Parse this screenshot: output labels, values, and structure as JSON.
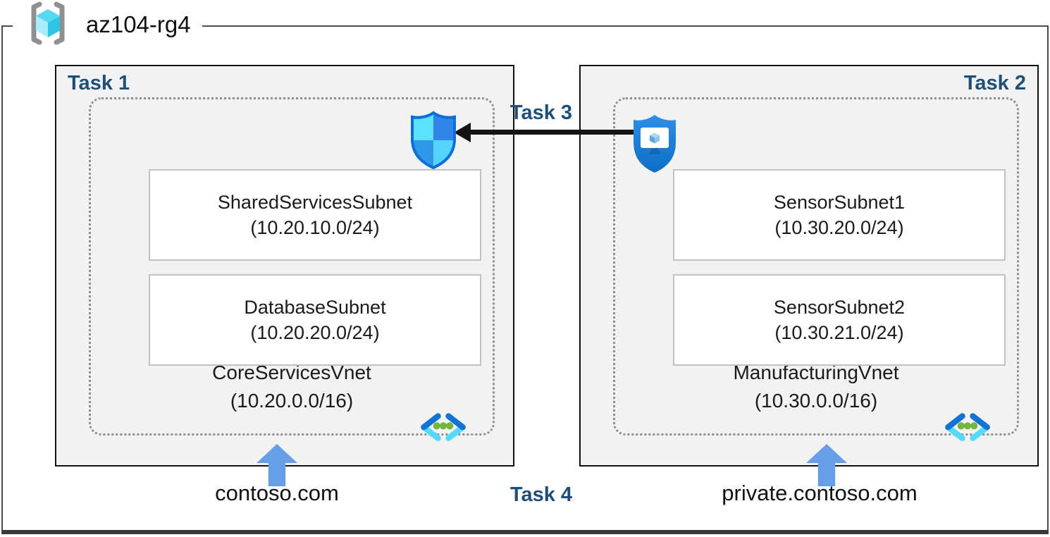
{
  "diagram": {
    "resource_group": {
      "name": "az104-rg4"
    },
    "labels": {
      "task1": "Task 1",
      "task2": "Task 2",
      "task3": "Task 3",
      "task4": "Task 4"
    },
    "vnet_left": {
      "name": "CoreServicesVnet",
      "cidr": "(10.20.0.0/16)",
      "dns": "contoso.com",
      "subnet1": {
        "name": "SharedServicesSubnet",
        "cidr": "(10.20.10.0/24)"
      },
      "subnet2": {
        "name": "DatabaseSubnet",
        "cidr": "(10.20.20.0/24)"
      }
    },
    "vnet_right": {
      "name": "ManufacturingVnet",
      "cidr": "(10.30.0.0/16)",
      "dns": "private.contoso.com",
      "subnet1": {
        "name": "SensorSubnet1",
        "cidr": "(10.30.20.0/24)"
      },
      "subnet2": {
        "name": "SensorSubnet2",
        "cidr": "(10.30.21.0/24)"
      }
    },
    "icons": {
      "resource_group": "resource-group-icon",
      "nsg": "network-security-group-icon",
      "bastion": "bastion-icon",
      "vnet": "virtual-network-icon",
      "peering_arrow": "left-arrow-icon",
      "dns_arrow": "up-arrow-icon"
    },
    "colors": {
      "task_label": "#1F4E79",
      "box_fill": "#F2F2F2",
      "accent_blue": "#689DE8",
      "arrow_black": "#141414",
      "nsg_blues": [
        "#5CE1FF",
        "#3285E8",
        "#2F99E8",
        "#54D4FF"
      ],
      "vnet_icon_blue": "#1273D4",
      "vnet_icon_cyan": "#55D9FF",
      "vnet_icon_green": "#72B63C"
    }
  }
}
